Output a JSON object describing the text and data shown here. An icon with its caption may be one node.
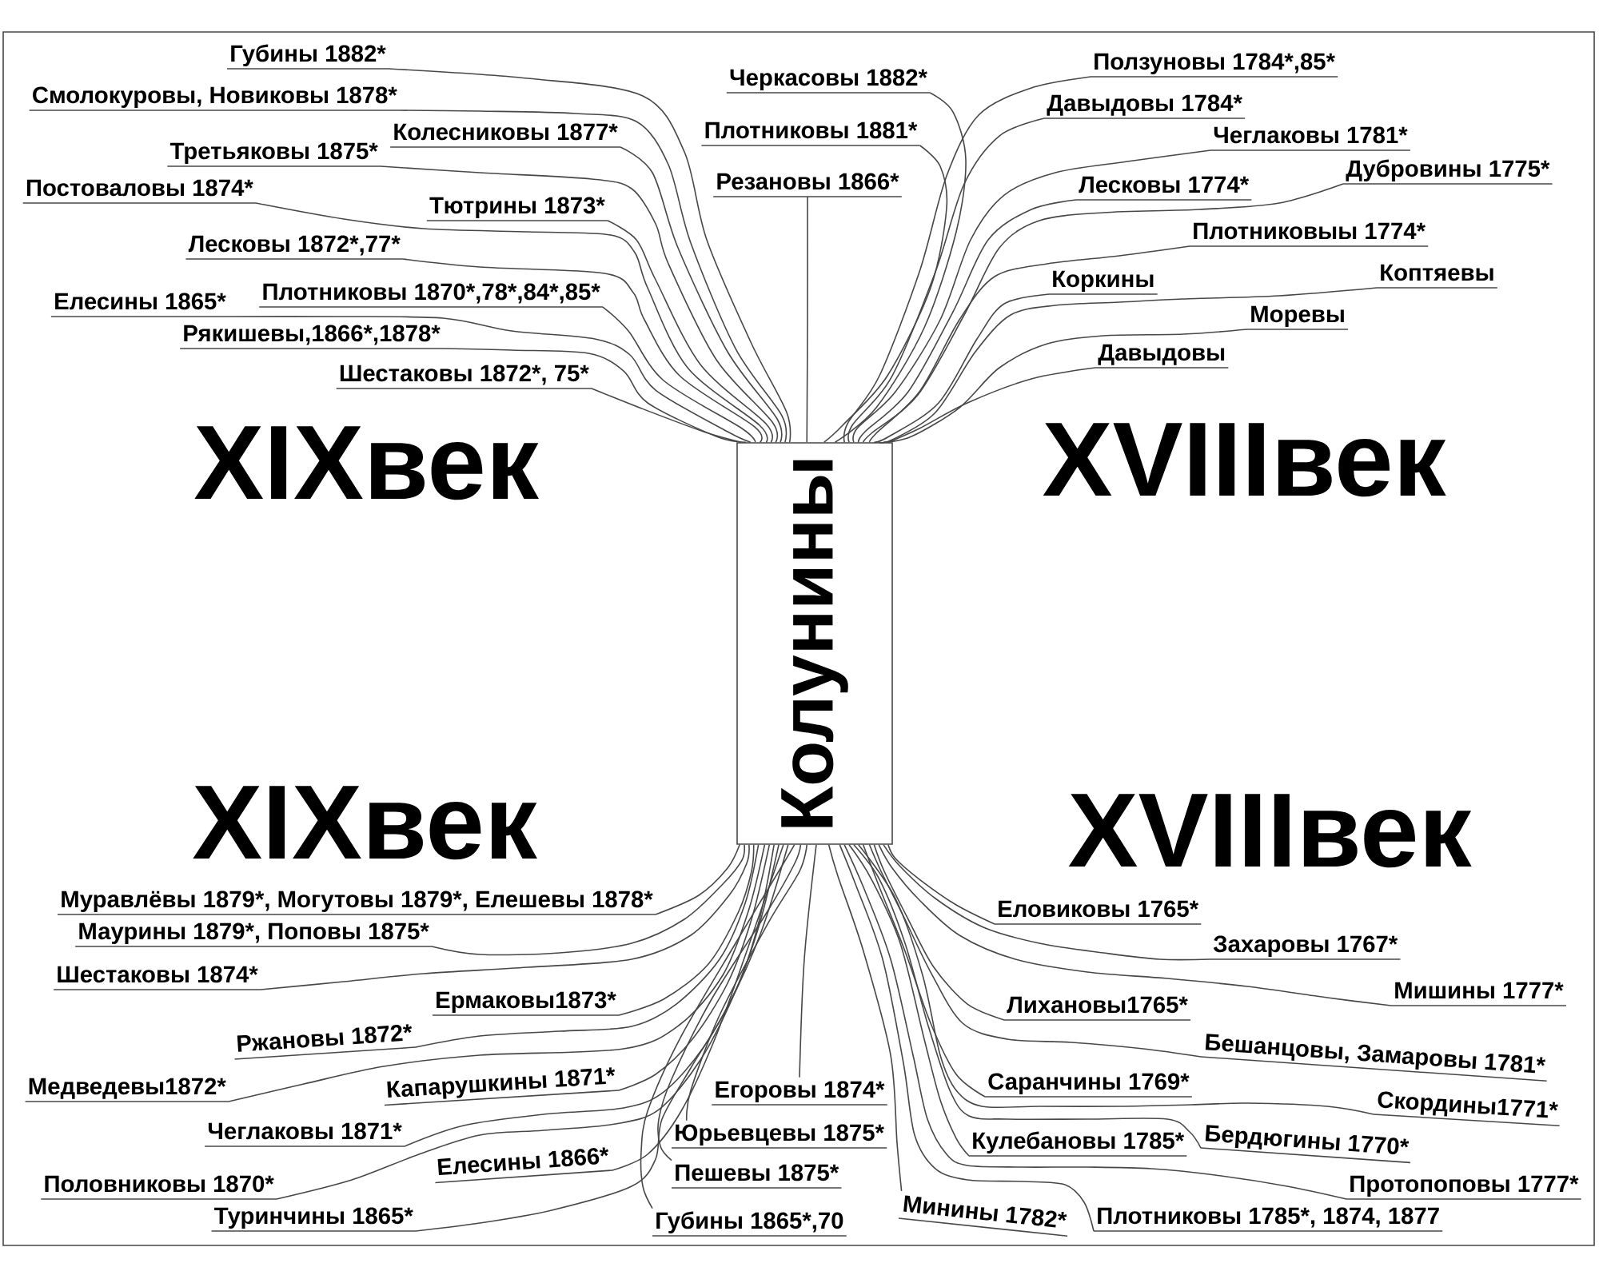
{
  "diagram": {
    "nodes": [
      {
        "text": [
          "Колунины"
        ]
      },
      {
        "text": [
          "Губины 1882*"
        ]
      },
      {
        "text": [
          "Смолокуровы, Новиковы 1878*"
        ]
      },
      {
        "text": [
          "Колесниковы 1877*"
        ]
      },
      {
        "text": [
          "Третьяковы 1875*"
        ]
      },
      {
        "text": [
          "Постоваловы 1874*"
        ]
      },
      {
        "text": [
          "Тютрины 1873*"
        ]
      },
      {
        "text": [
          "Лесковы 1872*,77*"
        ]
      },
      {
        "text": [
          "Плотниковы 1870*,78*,84*,85*"
        ]
      },
      {
        "text": [
          "Елесины 1865*"
        ]
      },
      {
        "text": [
          "Рякишевы,1866*,1878*"
        ]
      },
      {
        "text": [
          "Шестаковы 1872*, 75*"
        ]
      },
      {
        "text": [
          "Черкасовы 1882*"
        ]
      },
      {
        "text": [
          "Плотниковы 1881*"
        ]
      },
      {
        "text": [
          "Резановы 1866*"
        ]
      },
      {
        "text": [
          "Ползуновы 1784*,85*"
        ]
      },
      {
        "text": [
          "Давыдовы 1784*"
        ]
      },
      {
        "text": [
          "Чеглаковы 1781*"
        ]
      },
      {
        "text": [
          "Дубровины 1775*"
        ]
      },
      {
        "text": [
          "Лесковы 1774*"
        ]
      },
      {
        "text": [
          "Плотниковыы 1774*"
        ]
      },
      {
        "text": [
          "Коркины"
        ]
      },
      {
        "text": [
          "Коптяевы"
        ]
      },
      {
        "text": [
          "Моревы"
        ]
      },
      {
        "text": [
          "Давыдовы"
        ]
      },
      {
        "text": [
          "Муравлёвы 1879*, Могутовы 1879*, Елешевы 1878*"
        ]
      },
      {
        "text": [
          "Маурины 1879*, Поповы 1875*"
        ]
      },
      {
        "text": [
          "Шестаковы 1874*"
        ]
      },
      {
        "text": [
          "Ермаковы1873*"
        ]
      },
      {
        "text": [
          "Ржановы 1872*"
        ]
      },
      {
        "text": [
          "Медведевы1872*"
        ]
      },
      {
        "text": [
          "Капарушкины 1871*"
        ]
      },
      {
        "text": [
          "Чеглаковы 1871*"
        ]
      },
      {
        "text": [
          "Половниковы 1870*"
        ]
      },
      {
        "text": [
          "Елесины 1866*"
        ]
      },
      {
        "text": [
          "Туринчины 1865*"
        ]
      },
      {
        "text": [
          "Егоровы 1874*"
        ]
      },
      {
        "text": [
          "Юрьевцевы 1875*"
        ]
      },
      {
        "text": [
          "Пешевы 1875*"
        ]
      },
      {
        "text": [
          "Губины 1865*,70"
        ]
      },
      {
        "text": [
          "Минины 1782*"
        ]
      },
      {
        "text": [
          "Еловиковы 1765*"
        ]
      },
      {
        "text": [
          "Захаровы 1767*"
        ]
      },
      {
        "text": [
          "Мишины 1777*"
        ]
      },
      {
        "text": [
          "Лихановы1765*"
        ]
      },
      {
        "text": [
          "Бешанцовы, Замаровы 1781*"
        ]
      },
      {
        "text": [
          "Скордины1771*"
        ]
      },
      {
        "text": [
          "Саранчины 1769*"
        ]
      },
      {
        "text": [
          "Бердюгины 1770*"
        ]
      },
      {
        "text": [
          "Кулебановы 1785*"
        ]
      },
      {
        "text": [
          "Протопоповы 1777*"
        ]
      },
      {
        "text": [
          "Плотниковы 1785*, 1874, 1877"
        ]
      }
    ],
    "edges": [
      {
        "from": 1,
        "to": 0,
        "arrow": "none"
      },
      {
        "from": 2,
        "to": 0,
        "arrow": "none"
      },
      {
        "from": 3,
        "to": 0,
        "arrow": "none"
      },
      {
        "from": 4,
        "to": 0,
        "arrow": "none"
      },
      {
        "from": 5,
        "to": 0,
        "arrow": "none"
      },
      {
        "from": 6,
        "to": 0,
        "arrow": "none"
      },
      {
        "from": 7,
        "to": 0,
        "arrow": "none"
      },
      {
        "from": 8,
        "to": 0,
        "arrow": "none"
      },
      {
        "from": 9,
        "to": 0,
        "arrow": "none"
      },
      {
        "from": 10,
        "to": 0,
        "arrow": "none"
      },
      {
        "from": 11,
        "to": 0,
        "arrow": "none"
      },
      {
        "from": 12,
        "to": 0,
        "arrow": "none"
      },
      {
        "from": 13,
        "to": 0,
        "arrow": "none"
      },
      {
        "from": 14,
        "to": 0,
        "arrow": "none"
      },
      {
        "from": 15,
        "to": 0,
        "arrow": "none"
      },
      {
        "from": 16,
        "to": 0,
        "arrow": "none"
      },
      {
        "from": 17,
        "to": 0,
        "arrow": "none"
      },
      {
        "from": 18,
        "to": 0,
        "arrow": "none"
      },
      {
        "from": 19,
        "to": 0,
        "arrow": "none"
      },
      {
        "from": 20,
        "to": 0,
        "arrow": "none"
      },
      {
        "from": 21,
        "to": 0,
        "arrow": "none"
      },
      {
        "from": 22,
        "to": 0,
        "arrow": "none"
      },
      {
        "from": 23,
        "to": 0,
        "arrow": "none"
      },
      {
        "from": 24,
        "to": 0,
        "arrow": "none"
      },
      {
        "from": 25,
        "to": 0,
        "arrow": "none"
      },
      {
        "from": 26,
        "to": 0,
        "arrow": "none"
      },
      {
        "from": 27,
        "to": 0,
        "arrow": "none"
      },
      {
        "from": 28,
        "to": 0,
        "arrow": "none"
      },
      {
        "from": 29,
        "to": 0,
        "arrow": "none"
      },
      {
        "from": 30,
        "to": 0,
        "arrow": "none"
      },
      {
        "from": 31,
        "to": 0,
        "arrow": "none"
      },
      {
        "from": 32,
        "to": 0,
        "arrow": "none"
      },
      {
        "from": 33,
        "to": 0,
        "arrow": "none"
      },
      {
        "from": 34,
        "to": 0,
        "arrow": "none"
      },
      {
        "from": 35,
        "to": 0,
        "arrow": "none"
      },
      {
        "from": 36,
        "to": 0,
        "arrow": "none"
      },
      {
        "from": 37,
        "to": 0,
        "arrow": "none"
      },
      {
        "from": 38,
        "to": 0,
        "arrow": "none"
      },
      {
        "from": 39,
        "to": 0,
        "arrow": "none"
      },
      {
        "from": 40,
        "to": 0,
        "arrow": "none"
      },
      {
        "from": 41,
        "to": 0,
        "arrow": "none"
      },
      {
        "from": 42,
        "to": 0,
        "arrow": "none"
      },
      {
        "from": 43,
        "to": 0,
        "arrow": "none"
      },
      {
        "from": 44,
        "to": 0,
        "arrow": "none"
      },
      {
        "from": 45,
        "to": 0,
        "arrow": "none"
      },
      {
        "from": 46,
        "to": 0,
        "arrow": "none"
      },
      {
        "from": 47,
        "to": 0,
        "arrow": "none"
      },
      {
        "from": 48,
        "to": 0,
        "arrow": "none"
      },
      {
        "from": 49,
        "to": 0,
        "arrow": "none"
      },
      {
        "from": 50,
        "to": 0,
        "arrow": "none"
      },
      {
        "from": 51,
        "to": 0,
        "arrow": "none"
      }
    ],
    "labels": [
      "XIXвек",
      "XVIIIвек",
      "XIXвек",
      "XVIIIвек"
    ]
  }
}
